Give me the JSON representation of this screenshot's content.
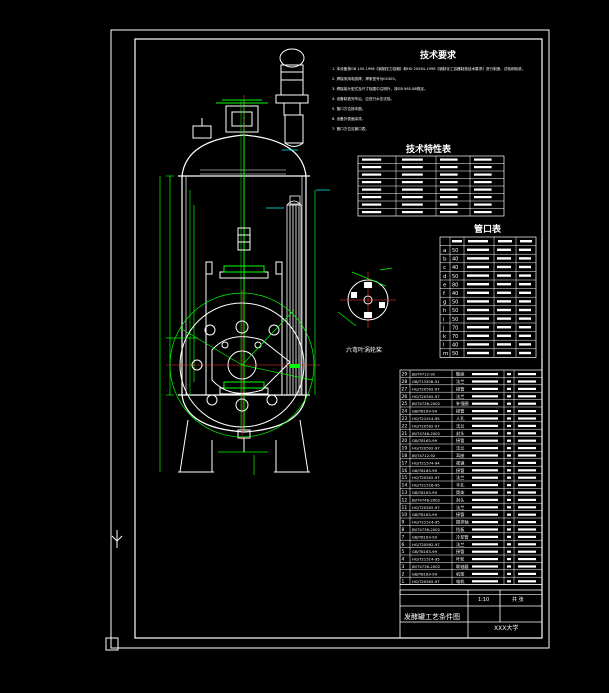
{
  "drawing": {
    "tech_requirements_title": "技术要求",
    "tech_characteristics_title": "技术特性表",
    "nozzle_table_title": "管口表",
    "impeller_label": "六弯叶涡轮桨",
    "drawing_title": "发酵罐工艺条件图",
    "school": "XXX大学",
    "page_label": "共 张",
    "scale": "1:10"
  },
  "tech_notes": [
    "1. 本设备按GB 150-1998《钢制压力容器》和HG 20584-1998《钢制化工容器制造技术要求》进行制造、试验和验收。",
    "2. 焊接采用电弧焊，焊条型号为E4303。",
    "3. 焊接接头型式及尺寸除图中注明外，按GB 985-88规定。",
    "4. 设备制造完毕后，应进行水压试验。",
    "5. 管口方位按本图。",
    "6. 设备外表面涂漆。",
    "7. 管口方位见管口表。"
  ],
  "nozzle_letters": [
    "a",
    "b",
    "c",
    "d",
    "e",
    "f",
    "g",
    "h",
    "i",
    "j",
    "k",
    "l",
    "m"
  ],
  "nozzle_dn": [
    "50",
    "40",
    "40",
    "50",
    "80",
    "40",
    "50",
    "50",
    "50",
    "70",
    "70",
    "40",
    "50"
  ],
  "parts_rows": [
    {
      "no": "29",
      "code": "JB/T4712-92",
      "name": "鞍座"
    },
    {
      "no": "28",
      "code": "GB/T13306-91",
      "name": "法兰"
    },
    {
      "no": "27",
      "code": "HG/T20592-97",
      "name": "接管"
    },
    {
      "no": "26",
      "code": "HG/T20592-97",
      "name": "法兰"
    },
    {
      "no": "25",
      "code": "JB/T4736-2002",
      "name": "补强圈"
    },
    {
      "no": "24",
      "code": "GB/T8163-99",
      "name": "接管"
    },
    {
      "no": "23",
      "code": "HG/T21514-95",
      "name": "人孔"
    },
    {
      "no": "22",
      "code": "HG/T20592-97",
      "name": "法兰"
    },
    {
      "no": "21",
      "code": "JB/T4746-2002",
      "name": "封头"
    },
    {
      "no": "20",
      "code": "GB/T8163-99",
      "name": "接管"
    },
    {
      "no": "19",
      "code": "HG/T20592-97",
      "name": "法兰"
    },
    {
      "no": "18",
      "code": "JB/T4712-92",
      "name": "耳座"
    },
    {
      "no": "17",
      "code": "HG/T21574-94",
      "name": "视镜"
    },
    {
      "no": "16",
      "code": "GB/T8163-99",
      "name": "接管"
    },
    {
      "no": "15",
      "code": "HG/T20592-97",
      "name": "法兰"
    },
    {
      "no": "14",
      "code": "HG/T21516-95",
      "name": "手孔"
    },
    {
      "no": "13",
      "code": "GB/T8163-99",
      "name": "筒体"
    },
    {
      "no": "12",
      "code": "JB/T4746-2002",
      "name": "封头"
    },
    {
      "no": "11",
      "code": "HG/T20592-97",
      "name": "法兰"
    },
    {
      "no": "10",
      "code": "GB/T8163-99",
      "name": "接管"
    },
    {
      "no": "9",
      "code": "HG/T21514-95",
      "name": "搅拌轴"
    },
    {
      "no": "8",
      "code": "JB/T4736-2002",
      "name": "挡板"
    },
    {
      "no": "7",
      "code": "GB/T8163-99",
      "name": "冷却管"
    },
    {
      "no": "6",
      "code": "HG/T20592-97",
      "name": "法兰"
    },
    {
      "no": "5",
      "code": "GB/T8163-99",
      "name": "接管"
    },
    {
      "no": "4",
      "code": "HG/T21514-95",
      "name": "叶轮"
    },
    {
      "no": "3",
      "code": "JB/T4736-2002",
      "name": "联轴器"
    },
    {
      "no": "2",
      "code": "GB/T8163-99",
      "name": "机架"
    },
    {
      "no": "1",
      "code": "HG/T20592-97",
      "name": "电机"
    }
  ],
  "colors": {
    "background": "#000000",
    "frame": "#ffffff",
    "vessel": "#ffffff",
    "dimension": "#00ff00",
    "axis": "#ff3030",
    "leader": "#00ffff",
    "green_line": "#00ff00"
  }
}
